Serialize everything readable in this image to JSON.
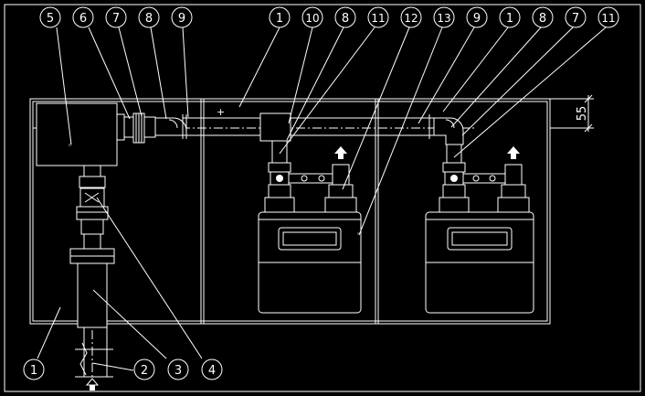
{
  "callouts": {
    "top": [
      "5",
      "6",
      "7",
      "8",
      "9",
      "1",
      "10",
      "8",
      "11",
      "12",
      "13",
      "9",
      "1",
      "8",
      "7",
      "11"
    ],
    "bottom": [
      "1",
      "2",
      "3",
      "4"
    ]
  },
  "dimension": {
    "value": "55"
  },
  "colors": {
    "background": "#000000",
    "lines": "#ffffff"
  }
}
